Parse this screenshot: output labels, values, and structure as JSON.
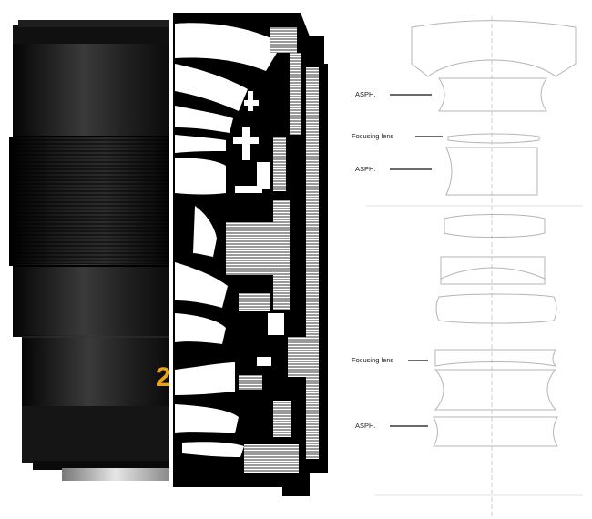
{
  "figure": {
    "photo_engraving": "2",
    "callouts": [
      {
        "id": "asph-1",
        "label": "ASPH."
      },
      {
        "id": "focus-1",
        "label": "Focusing lens"
      },
      {
        "id": "asph-2",
        "label": "ASPH."
      },
      {
        "id": "focus-2",
        "label": "Focusing lens"
      },
      {
        "id": "asph-3",
        "label": "ASPH."
      }
    ]
  },
  "colors": {
    "lens_body": "#1c1c1c",
    "section_fill": "#000000",
    "engraving": "#e8a317",
    "element_outline": "#b4b4b4",
    "axis": "#c8c8c8",
    "callout": "#111111"
  }
}
